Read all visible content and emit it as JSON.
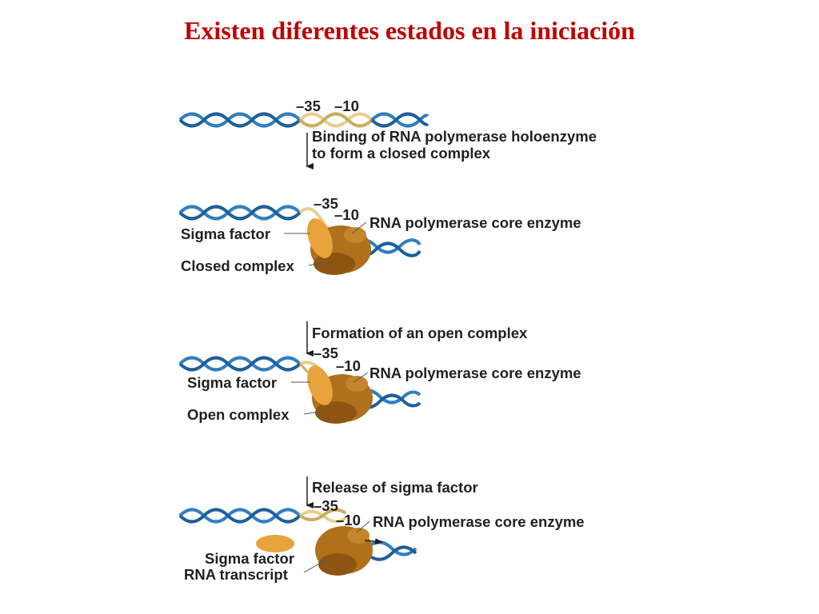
{
  "title": "Existen diferentes estados en la iniciación",
  "colors": {
    "title": "#c00000",
    "dna": "#2f7fc0",
    "promoter": "#e6cf8f",
    "enzyme": "#b0701c",
    "sigma": "#e8a33c"
  },
  "steps": [
    {
      "markers": {
        "minus35": "–35",
        "minus10": "–10"
      },
      "transition": "Binding of RNA polymerase holoenzyme",
      "transition_line2": "to form a closed complex"
    },
    {
      "markers": {
        "minus35": "–35",
        "minus10": "–10"
      },
      "core_label": "RNA polymerase core enzyme",
      "sigma_label": "Sigma factor",
      "complex_label": "Closed complex"
    },
    {
      "transition": "Formation of an open complex",
      "markers": {
        "minus35": "–35",
        "minus10": "–10"
      },
      "core_label": "RNA polymerase core enzyme",
      "sigma_label": "Sigma factor",
      "complex_label": "Open complex"
    },
    {
      "transition": "Release of sigma factor",
      "markers": {
        "minus35": "–35",
        "minus10": "–10"
      },
      "core_label": "RNA polymerase core enzyme",
      "sigma_label": "Sigma factor",
      "transcript_label": "RNA transcript"
    }
  ]
}
